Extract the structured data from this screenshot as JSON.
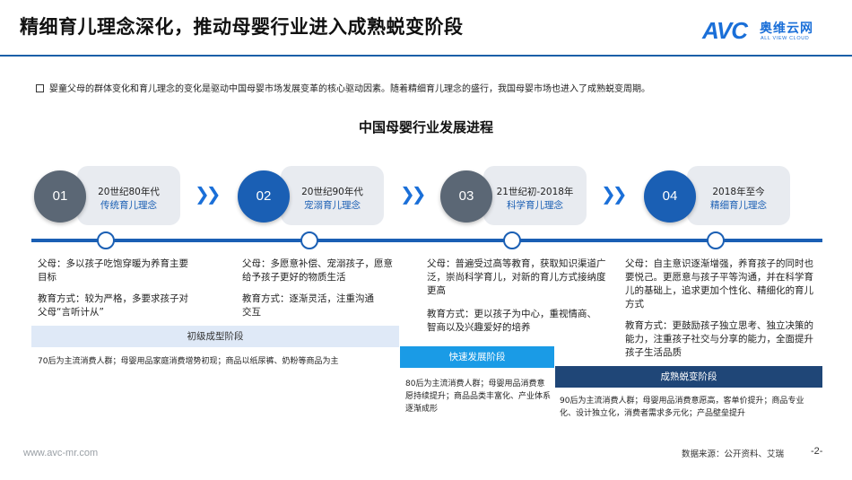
{
  "header": {
    "title": "精细育儿理念深化，推动母婴行业进入成熟蜕变阶段",
    "logo_mark": "AVC",
    "logo_cn": "奥维云网",
    "logo_en": "ALL VIEW CLOUD"
  },
  "intro": "婴童父母的群体变化和育儿理念的变化是驱动中国母婴市场发展变革的核心驱动因素。随着精细育儿理念的盛行，我国母婴市场也进入了成熟蜕变周期。",
  "subtitle": "中国母婴行业发展进程",
  "steps": [
    {
      "num": "01",
      "era": "20世纪80年代",
      "concept": "传统育儿理念"
    },
    {
      "num": "02",
      "era": "20世纪90年代",
      "concept": "宠溺育儿理念"
    },
    {
      "num": "03",
      "era": "21世纪初-2018年",
      "concept": "科学育儿理念"
    },
    {
      "num": "04",
      "era": "2018年至今",
      "concept": "精细育儿理念"
    }
  ],
  "details": [
    {
      "parents": "父母：多以孩子吃饱穿暖为养育主要目标",
      "education": "教育方式：较为严格，多要求孩子对父母“言听计从”"
    },
    {
      "parents": "父母：多愿意补偿、宠溺孩子，愿意给予孩子更好的物质生活",
      "education": "教育方式：逐渐灵活，注重沟通交互"
    },
    {
      "parents": "父母：普遍受过高等教育，获取知识渠道广泛，崇尚科学育儿，对新的育儿方式接纳度更高",
      "education": "教育方式：更以孩子为中心，重视情商、智商以及兴趣爱好的培养"
    },
    {
      "parents": "父母：自主意识逐渐增强，养育孩子的同时也要悦己。更愿意与孩子平等沟通，并在科学育儿的基础上，追求更加个性化、精细化的育儿方式",
      "education": "教育方式：更鼓励孩子独立思考、独立决策的能力，注重孩子社交与分享的能力，全面提升孩子生活品质"
    }
  ],
  "stages": [
    {
      "label": "初级成型阶段",
      "desc": "70后为主流消费人群；母婴用品家庭消费增势初现；商品以纸尿裤、奶粉等商品为主"
    },
    {
      "label": "快速发展阶段",
      "desc": "80后为主流消费人群；母婴用品消费意愿持续提升；商品品类丰富化、产业体系逐渐成形"
    },
    {
      "label": "成熟蜕变阶段",
      "desc": "90后为主流消费人群；母婴用品消费意愿高，客单价提升；商品专业化、设计独立化，消费者需求多元化；产品壁垒提升"
    }
  ],
  "footer": {
    "url": "www.avc-mr.com",
    "source": "数据来源：公开资料、艾瑞",
    "page": "-2-"
  },
  "colors": {
    "primary": "#1a5fb4",
    "stage_light": "#dfe9f7",
    "stage_mid": "#1a9be6",
    "stage_dark": "#1f4677",
    "circle_gray": "#5b6775"
  }
}
